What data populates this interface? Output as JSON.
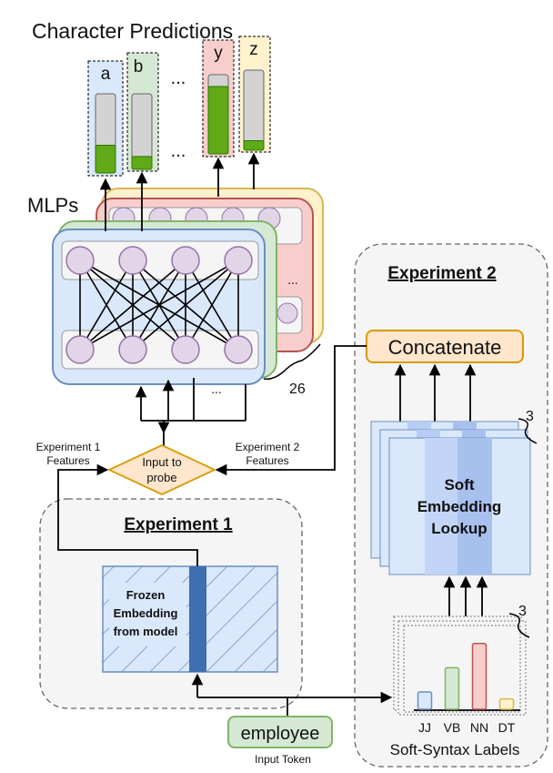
{
  "title": "Character Predictions",
  "mlps_label": "MLPs",
  "ellipsis": "...",
  "mlp_dots": "...",
  "count_26": "26",
  "count_3_top": "3",
  "count_3_bottom": "3",
  "predictions": [
    {
      "letter": "a",
      "level": 0.35,
      "bg": "#dae8fc"
    },
    {
      "letter": "b",
      "level": 0.17,
      "bg": "#d5e8d4"
    },
    {
      "letter": "y",
      "level": 0.85,
      "bg": "#f8cecc"
    },
    {
      "letter": "z",
      "level": 0.12,
      "bg": "#fff2cc"
    }
  ],
  "experiment2": {
    "title": "Experiment 2",
    "concatenate": "Concatenate",
    "soft_embedding": [
      "Soft",
      "Embedding",
      "Lookup"
    ],
    "soft_syntax_label": "Soft-Syntax Labels",
    "pos_tags": [
      "JJ",
      "VB",
      "NN",
      "DT"
    ],
    "pos_values": [
      0.25,
      0.6,
      0.95,
      0.15
    ],
    "features_label": [
      "Experiment 2",
      "Features"
    ]
  },
  "experiment1": {
    "title": "Experiment 1",
    "frozen_embedding": [
      "Frozen",
      "Embedding",
      "from model"
    ],
    "features_label": [
      "Experiment 1",
      "Features"
    ]
  },
  "probe_input": [
    "Input to",
    "probe"
  ],
  "input_token": "employee",
  "input_token_caption": "Input Token",
  "colors": {
    "blue_fill": "#dae8fc",
    "blue_stroke": "#6c8ebf",
    "green_fill": "#d5e8d4",
    "green_stroke": "#82b366",
    "red_fill": "#f8cecc",
    "red_stroke": "#b85450",
    "yellow_fill": "#fff2cc",
    "yellow_stroke": "#d6b656",
    "orange_fill": "#ffe6cc",
    "orange_stroke": "#d79b00",
    "bar_green": "#60a917",
    "neuron_fill": "#e1d5e7",
    "neuron_stroke": "#9673a6"
  }
}
